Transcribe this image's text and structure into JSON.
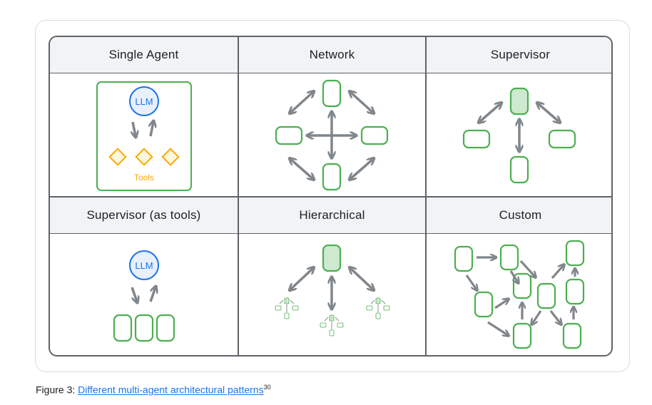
{
  "colors": {
    "arrow": "#80868b",
    "node_border": "#4caf50",
    "node_fill_active": "#cde9cf",
    "llm_blue": "#1a73e8",
    "tools_orange": "#f9ab00",
    "header_bg": "#f1f3f4",
    "grid_line": "#5f6368",
    "link": "#1a73e8"
  },
  "patterns": [
    {
      "title": "Single Agent"
    },
    {
      "title": "Network"
    },
    {
      "title": "Supervisor"
    },
    {
      "title": "Supervisor (as tools)"
    },
    {
      "title": "Hierarchical"
    },
    {
      "title": "Custom"
    }
  ],
  "single_agent": {
    "llm_label": "LLM",
    "tools_label": "Tools"
  },
  "supervisor_tools": {
    "llm_label": "LLM"
  },
  "caption": {
    "prefix": "Figure 3: ",
    "link_text": "Different multi-agent architectural patterns",
    "superscript": "30"
  }
}
